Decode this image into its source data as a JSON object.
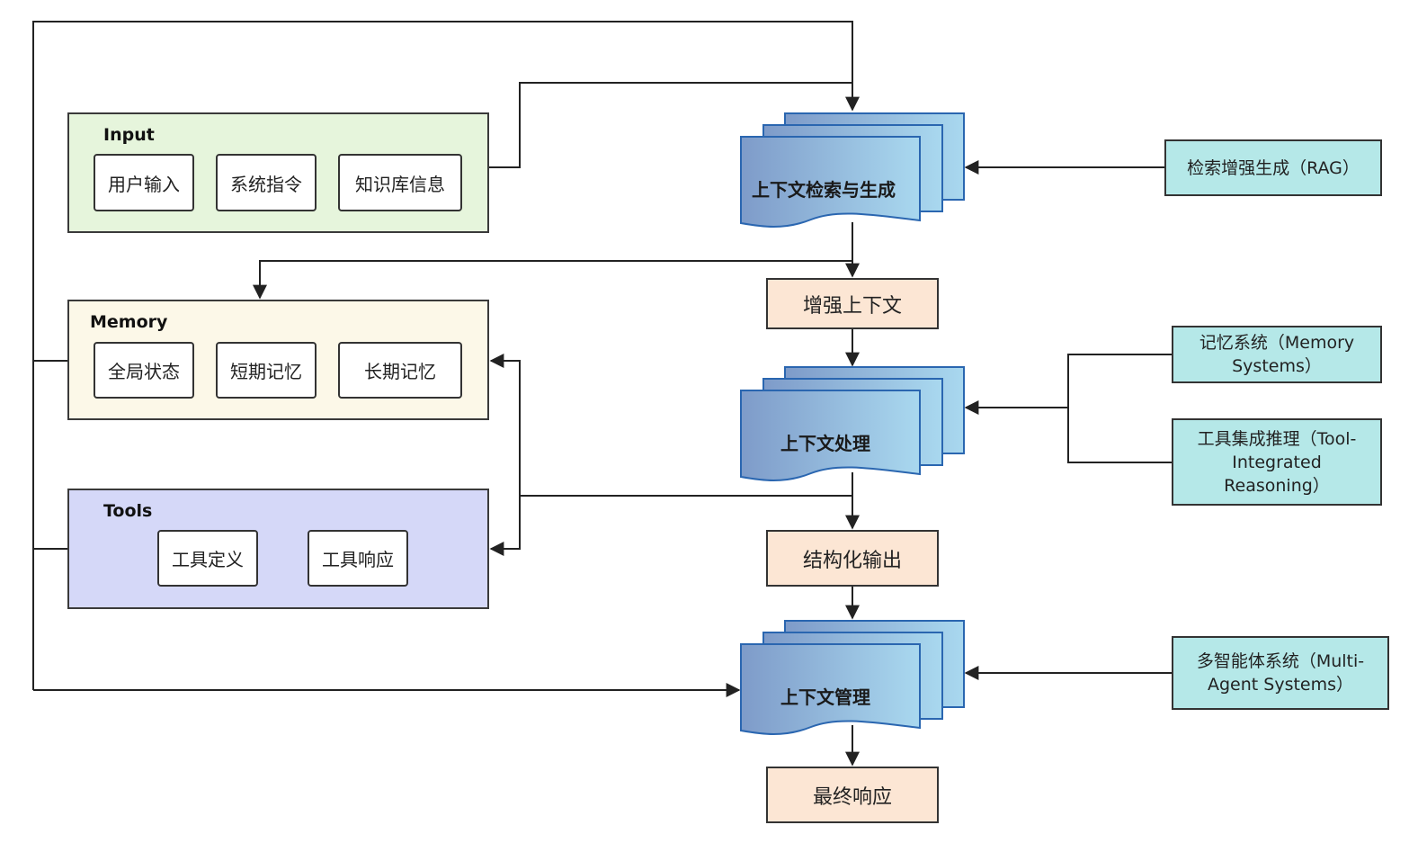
{
  "input": {
    "title": "Input",
    "items": [
      "用户输入",
      "系统指令",
      "知识库信息"
    ]
  },
  "memory": {
    "title": "Memory",
    "items": [
      "全局状态",
      "短期记忆",
      "长期记忆"
    ]
  },
  "tools": {
    "title": "Tools",
    "items": [
      "工具定义",
      "工具响应"
    ]
  },
  "pipeline": {
    "retrieval": "上下文检索与生成",
    "enhanced": "增强上下文",
    "processing": "上下文处理",
    "structured": "结构化输出",
    "management": "上下文管理",
    "final": "最终响应"
  },
  "external": {
    "rag": "检索增强生成（RAG）",
    "memory_systems": "记忆系统（Memory Systems）",
    "tool_reasoning": "工具集成推理（Tool-Integrated Reasoning）",
    "multi_agent": "多智能体系统（Multi-Agent Systems）"
  },
  "colors": {
    "input_bg": "#e6f5dc",
    "memory_bg": "#fcf8e8",
    "tools_bg": "#d5d8f8",
    "stage_bg": "#fce6d4",
    "ext_bg": "#b5e8e8",
    "doc_left": "#7e9bc9",
    "doc_right": "#a9d8ef"
  }
}
